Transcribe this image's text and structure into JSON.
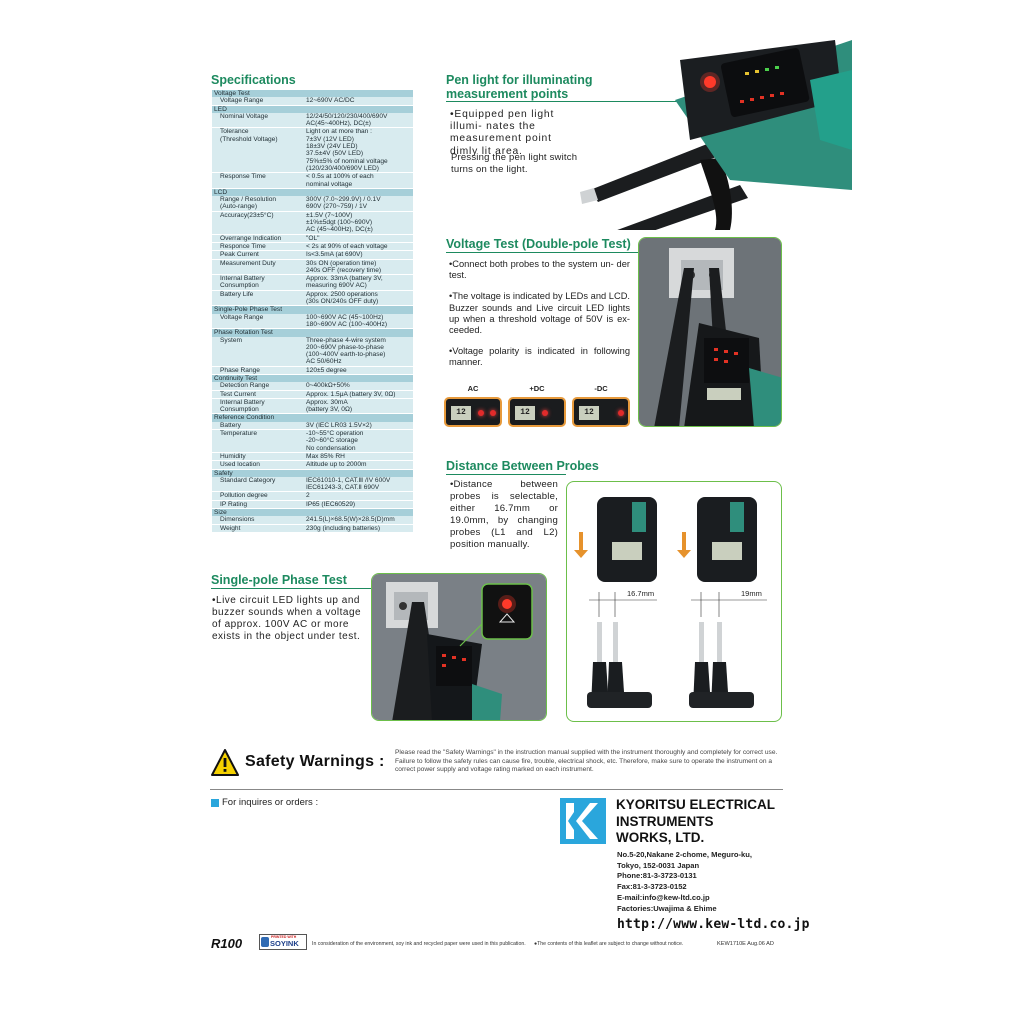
{
  "specifications": {
    "title": "Specifications",
    "rows": [
      {
        "type": "cat",
        "label": "Voltage Test"
      },
      {
        "type": "item",
        "key": "Voltage Range",
        "value": "12~690V AC/DC"
      },
      {
        "type": "cat",
        "label": "LED"
      },
      {
        "type": "item",
        "key": "Nominal Voltage",
        "value": "12/24/50/120/230/400/690V\nAC(45~400Hz), DC(±)"
      },
      {
        "type": "item",
        "key": "Tolerance\n(Threshold Voltage)",
        "value": "Light on at more than :\n  7±3V (12V LED)\n  18±3V (24V LED)\n  37.5±4V (50V LED)\n  75%±5% of nominal voltage\n  (120/230/400/690V LED)"
      },
      {
        "type": "item",
        "key": "Response Time",
        "value": "< 0.5s at 100% of each\n  nominal voltage"
      },
      {
        "type": "cat",
        "label": "LCD"
      },
      {
        "type": "item",
        "key": "Range / Resolution\n(Auto-range)",
        "value": "300V (7.0~299.9V) / 0.1V\n690V (270~759) / 1V"
      },
      {
        "type": "item",
        "key": "Accuracy(23±5°C)",
        "value": "±1.5V (7~100V)\n±1%±5dgt (100~690V)\nAC (45~400Hz), DC(±)"
      },
      {
        "type": "item",
        "key": "Overrange Indication",
        "value": "\"OL\""
      },
      {
        "type": "item",
        "key": "Responce Time",
        "value": "< 2s at 90% of each voltage"
      },
      {
        "type": "item",
        "key": "Peak Current",
        "value": "Is<3.5mA (at 690V)"
      },
      {
        "type": "item",
        "key": "Measurement Duty",
        "value": "30s ON (operation time)\n240s OFF (recovery time)"
      },
      {
        "type": "item",
        "key": "Internal Battery\n  Consumption",
        "value": "Approx. 33mA (battery 3V,\nmeasuring 690V AC)"
      },
      {
        "type": "item",
        "key": "Battery Life",
        "value": "Approx. 2500 operations\n(30s ON/240s OFF duty)"
      },
      {
        "type": "cat",
        "label": "Single-Pole Phase Test"
      },
      {
        "type": "item",
        "key": "Voltage Range",
        "value": "100~690V AC (45~100Hz)\n180~690V AC (100~400Hz)"
      },
      {
        "type": "cat",
        "label": "Phase Rotation Test"
      },
      {
        "type": "item",
        "key": "System",
        "value": "Three-phase 4-wire system\n200~690V phase-to-phase\n(100~400V earth-to-phase)\nAC 50/60Hz"
      },
      {
        "type": "item",
        "key": "Phase Range",
        "value": "120±5 degree"
      },
      {
        "type": "cat",
        "label": "Continuity Test"
      },
      {
        "type": "item",
        "key": "Detection Range",
        "value": "0~400kΩ+50%"
      },
      {
        "type": "item",
        "key": "Test Current",
        "value": "Approx. 1.5μA (battery 3V, 0Ω)"
      },
      {
        "type": "item",
        "key": "Internal Battery\n  Consumption",
        "value": "Approx. 30mA\n(battery 3V, 0Ω)"
      },
      {
        "type": "cat",
        "label": "Reference Condition"
      },
      {
        "type": "item",
        "key": "Battery",
        "value": "3V (IEC LR03 1.5V×2)"
      },
      {
        "type": "item",
        "key": "Temperature",
        "value": "-10~55°C operation\n-20~60°C storage\nNo condensation"
      },
      {
        "type": "item",
        "key": "Humidity",
        "value": "Max 85% RH"
      },
      {
        "type": "item",
        "key": "Used location",
        "value": "Altitude up to 2000m"
      },
      {
        "type": "cat",
        "label": "Safety"
      },
      {
        "type": "item",
        "key": "Standard Category",
        "value": "IEC61010-1, CAT.Ⅲ /IV 600V\nIEC61243-3, CAT.Ⅱ 690V"
      },
      {
        "type": "item",
        "key": "Pollution degree",
        "value": "2"
      },
      {
        "type": "item",
        "key": "IP Rating",
        "value": "IP65 (IEC60529)"
      },
      {
        "type": "cat",
        "label": "Size"
      },
      {
        "type": "item",
        "key": "Dimensions",
        "value": "241.5(L)×68.5(W)×28.5(D)mm"
      },
      {
        "type": "item",
        "key": "Weight",
        "value": "230g (including batteries)"
      }
    ]
  },
  "pen_light": {
    "title_line1": "Pen light for illuminating",
    "title_line2": "measurement points",
    "bullet": "•Equipped pen light illumi- nates the measurement point dimly lit area.",
    "text": "Pressing the pen light switch turns on the light."
  },
  "voltage_test": {
    "title": "Voltage Test (Double-pole Test)",
    "p1": "•Connect both probes to the system un- der test.",
    "p2": "•The voltage is indicated by LEDs and LCD. Buzzer sounds and Live circuit LED lights up when a threshold voltage of 50V is ex- ceeded.",
    "p3": "•Voltage polarity is indicated in following manner.",
    "polarity": [
      {
        "label": "AC",
        "lcd": "12"
      },
      {
        "label": "+DC",
        "lcd": "12"
      },
      {
        "label": "-DC",
        "lcd": "12"
      }
    ]
  },
  "distance": {
    "title": "Distance Between Probes",
    "text": "•Distance between probes is selectable, either 16.7mm or 19.0mm, by changing probes (L1 and L2) position manually.",
    "dim1": "16.7mm",
    "dim2": "19mm"
  },
  "single_pole": {
    "title": "Single-pole Phase Test",
    "text": "•Live circuit LED lights up and buzzer sounds when a voltage of approx. 100V AC or more exists in the object under test."
  },
  "safety": {
    "title": "Safety Warnings :",
    "text": "Please read the \"Safety Warnings\" in the instruction manual supplied with the instrument thoroughly and completely for correct use.  Failure to follow the safety rules can cause fire, trouble, electrical shock, etc.  Therefore, make sure to operate the instrument on a correct power supply and voltage rating marked on each instrument."
  },
  "inquiries": {
    "label": "For inquires or orders :"
  },
  "company": {
    "name_line1": "KYORITSU ELECTRICAL",
    "name_line2": "INSTRUMENTS",
    "name_line3": "WORKS, LTD.",
    "address1": "No.5-20,Nakane 2-chome, Meguro-ku,",
    "address2": "Tokyo, 152-0031 Japan",
    "phone": "Phone:81-3-3723-0131",
    "fax": "Fax:81-3-3723-0152",
    "email": "E-mail:info@kew-ltd.co.jp",
    "factories": "Factories:Uwajima & Ehime",
    "url": "http://www.kew-ltd.co.jp"
  },
  "footer": {
    "r100": "R100",
    "soy_top": "PRINTED WITH",
    "soy_ink": "SOYINK",
    "env_note": "In consideration of the environment, soy ink and recycled paper were used in this publication.",
    "change_note": "●The contents of this leaflet are subject to change without notice.",
    "code": "KEW1710E Aug.06 AD"
  },
  "colors": {
    "section_title": "#1d8a5f",
    "table_cat": "#a6cfd9",
    "table_item": "#d8ebef",
    "frame_green": "#6cbf4a",
    "arrow_orange": "#e6922c",
    "brand_blue": "#2aa6dc"
  }
}
